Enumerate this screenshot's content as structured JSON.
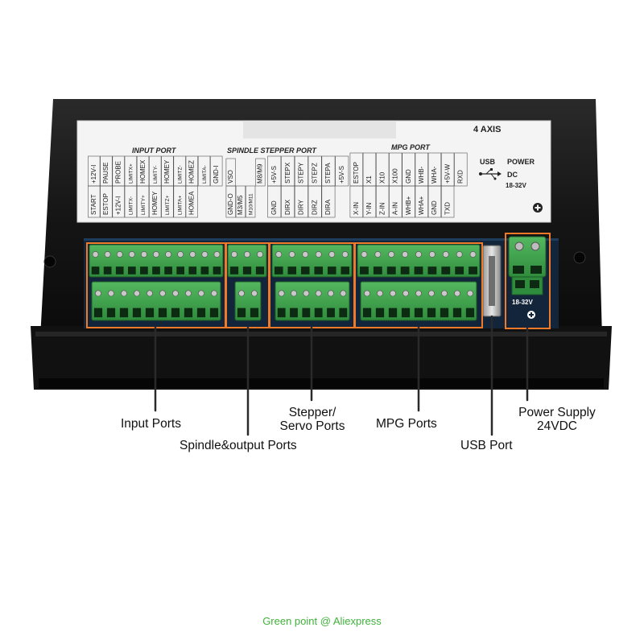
{
  "label": {
    "axis": "4 AXIS",
    "input_port": "INPUT PORT",
    "spindle_stepper_port": "SPINDLE STEPPER PORT",
    "mpg_port": "MPG PORT",
    "usb": "USB",
    "power": "POWER",
    "dc": "DC",
    "voltage": "18-32V",
    "pcb_voltage": "18-32V"
  },
  "pins": {
    "input_top": [
      "+12V-I",
      "PAUSE",
      "PROBE",
      "LIMITX+",
      "HOMEX",
      "LIMITY-",
      "HOMEY",
      "LIMITZ-",
      "HOMEZ",
      "LIMITA-",
      "GND-I"
    ],
    "input_bottom": [
      "START",
      "ESTOP",
      "+12V-I",
      "LIMITX-",
      "LIMITY+",
      "HOMEY",
      "LIMITZ+",
      "LIMITA+",
      "HOMEA"
    ],
    "spindle": [
      "VSO",
      "GND-O",
      "M3/M5",
      "M10/M11",
      "M8/M9"
    ],
    "stepper_top": [
      "+5V-S",
      "STEPX",
      "STEPY",
      "STEPZ",
      "STEPA",
      "+5V-S"
    ],
    "stepper_bottom": [
      "GND",
      "DIRX",
      "DIRY",
      "DIRZ",
      "DIRA"
    ],
    "mpg_top": [
      "ESTOP",
      "X1",
      "X10",
      "X100",
      "GND",
      "WHB-",
      "WHA-",
      "+5V-W",
      "RXD"
    ],
    "mpg_bottom": [
      "X-IN",
      "Y-IN",
      "Z-IN",
      "A-IN",
      "WHB+",
      "WHA+",
      "GND",
      "TXD"
    ]
  },
  "callouts": {
    "input": "Input Ports",
    "spindle": "Spindle&output Ports",
    "stepper_line1": "Stepper/",
    "stepper_line2": "Servo Ports",
    "mpg": "MPG Ports",
    "usb": "USB Port",
    "power_line1": "Power Supply",
    "power_line2": "24VDC"
  },
  "footer": "Green point @ Aliexpress",
  "colors": {
    "highlight": "#f07a2a",
    "terminal": "#3aa14a",
    "footer": "#3fb23a"
  }
}
